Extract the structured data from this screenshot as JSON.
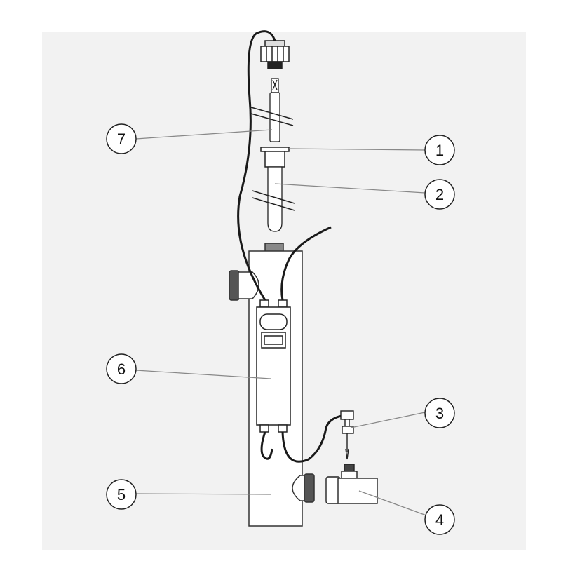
{
  "diagram": {
    "callouts": [
      {
        "id": "1",
        "label": "1"
      },
      {
        "id": "2",
        "label": "2"
      },
      {
        "id": "3",
        "label": "3"
      },
      {
        "id": "4",
        "label": "4"
      },
      {
        "id": "5",
        "label": "5"
      },
      {
        "id": "6",
        "label": "6"
      },
      {
        "id": "7",
        "label": "7"
      }
    ]
  },
  "colors": {
    "background": "#ffffff",
    "panel": "#f2f2f2",
    "outline": "#333333",
    "cable": "#1a1a1a",
    "leader": "#888888",
    "callout_fill": "#ffffff",
    "callout_stroke": "#222222"
  }
}
